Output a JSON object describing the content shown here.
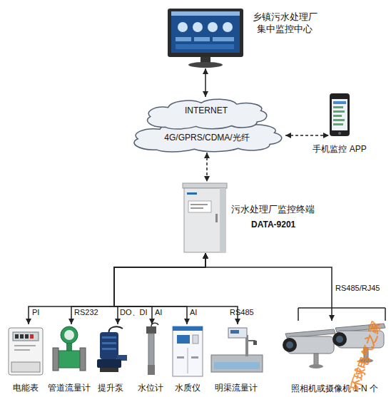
{
  "diagram": {
    "nodes": [
      {
        "text": [
          "乡镇污水处理厂 集中监控中心"
        ]
      },
      {
        "text": [
          "INTERNET"
        ]
      },
      {
        "text": [
          "4G/GPRS/CDMA/光纤"
        ]
      },
      {
        "text": [
          "手机监控 APP"
        ]
      },
      {
        "text": [
          "污水处理厂监控终端",
          "DATA-9201"
        ]
      },
      {
        "text": [
          "电能表"
        ]
      },
      {
        "text": [
          "管道流量计"
        ]
      },
      {
        "text": [
          "提升泵"
        ]
      },
      {
        "text": [
          "水位计"
        ]
      },
      {
        "text": [
          "水质仪"
        ]
      },
      {
        "text": [
          "明渠流量计"
        ]
      },
      {
        "text": [
          "照相机或摄像机 1-N 个"
        ]
      }
    ],
    "edges": [
      {
        "from": 0,
        "to": 1,
        "arrow": "both"
      },
      {
        "from": 2,
        "to": 3,
        "arrow": "both"
      },
      {
        "from": 2,
        "to": 4,
        "arrow": "both"
      },
      {
        "from": 4,
        "to": 5,
        "label": "PI",
        "arrow": "both"
      },
      {
        "from": 4,
        "to": 6,
        "label": "RS232",
        "arrow": "both"
      },
      {
        "from": 4,
        "to": 7,
        "label": "DO、DI",
        "arrow": "both"
      },
      {
        "from": 4,
        "to": 8,
        "label": "AI",
        "arrow": "both"
      },
      {
        "from": 4,
        "to": 9,
        "label": "AI",
        "arrow": "both"
      },
      {
        "from": 4,
        "to": 10,
        "label": "RS485",
        "arrow": "both"
      },
      {
        "from": 4,
        "to": 11,
        "label": "RS485/RJ45",
        "arrow": "both"
      }
    ],
    "labels": [
      "环球电气之家"
    ]
  }
}
